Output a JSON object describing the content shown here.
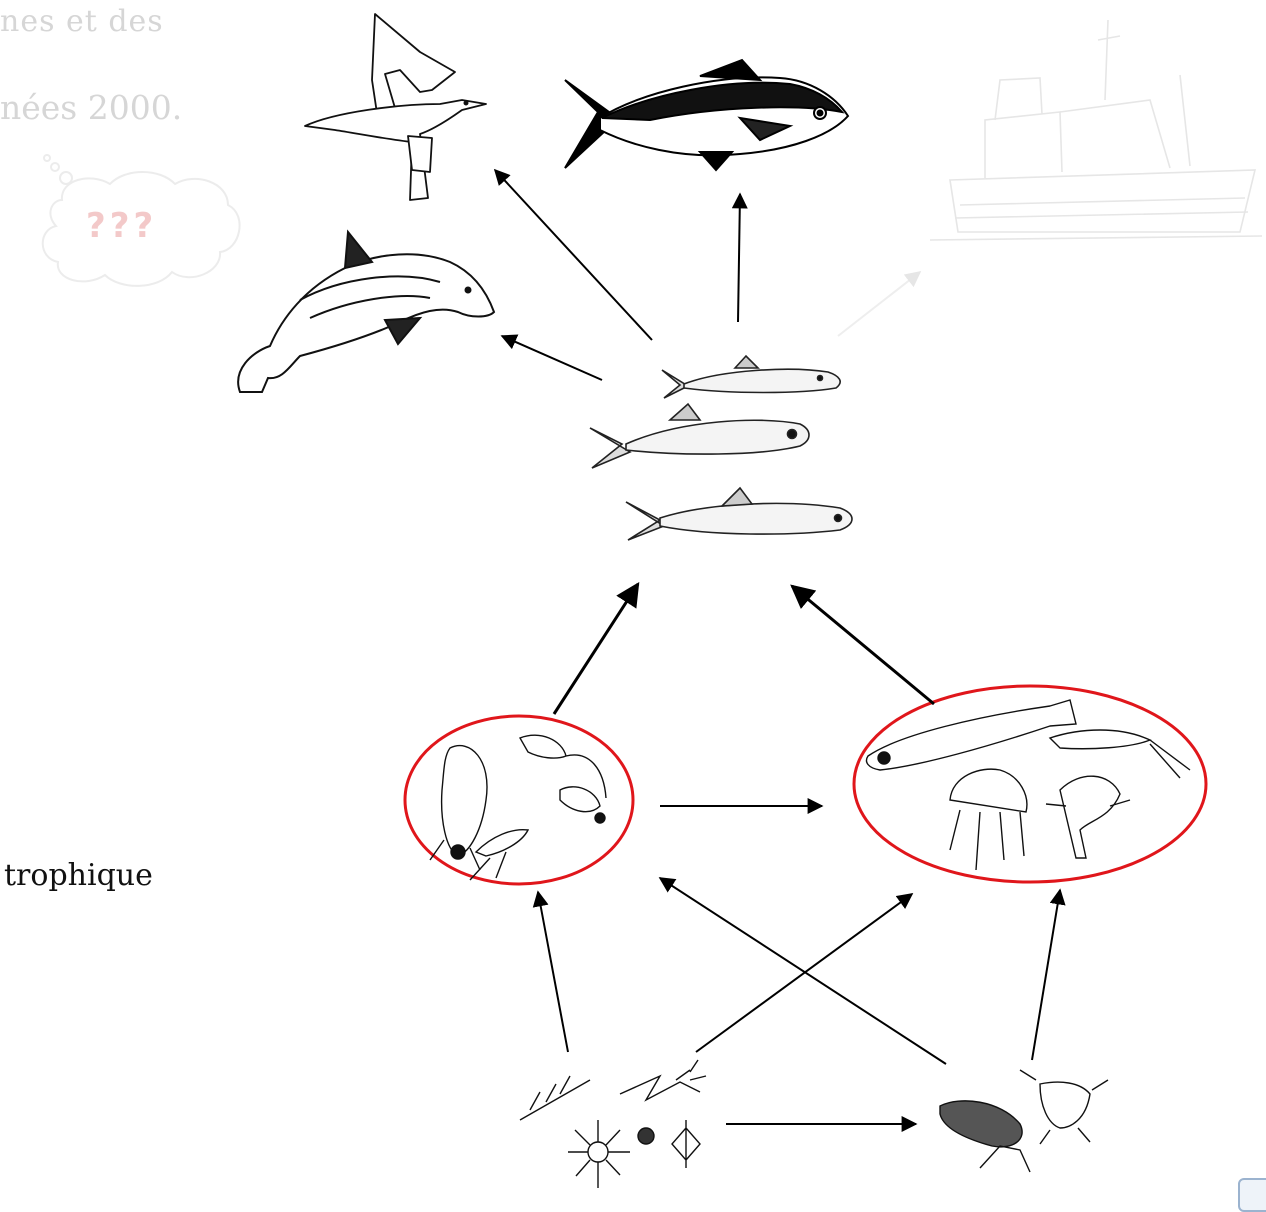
{
  "text_fragments": {
    "top_line": "nes et des",
    "second_line": "nées 2000.",
    "side_label": "trophique"
  },
  "thought_bubble": {
    "text": "???"
  },
  "colors": {
    "arrow": "#000000",
    "highlight_ellipse": "#e0161b",
    "faded_text": "#d6d6d6",
    "faded_bubble_text": "#f3c9c9"
  },
  "nodes": [
    {
      "id": "seabird",
      "name": "seabird (gannet)",
      "icon": "bird-icon"
    },
    {
      "id": "tuna",
      "name": "tuna",
      "icon": "tuna-icon"
    },
    {
      "id": "dolphin",
      "name": "dolphin",
      "icon": "dolphin-icon"
    },
    {
      "id": "fishing-boat",
      "name": "fishing boat (faded)",
      "icon": "boat-icon"
    },
    {
      "id": "small-pelagic-fish",
      "name": "small pelagic fish",
      "icon": "anchovy-sardine-icon"
    },
    {
      "id": "zooplankton-left",
      "name": "mesozooplankton group (circled)",
      "icon": "copepod-icon"
    },
    {
      "id": "zooplankton-right",
      "name": "macrozooplankton group (circled)",
      "icon": "larva-jellyfish-icon"
    },
    {
      "id": "phytoplankton",
      "name": "phytoplankton",
      "icon": "diatom-icon"
    },
    {
      "id": "microzooplankton",
      "name": "microzooplankton",
      "icon": "ciliate-icon"
    }
  ],
  "edges": [
    {
      "from": "small-pelagic-fish",
      "to": "seabird"
    },
    {
      "from": "small-pelagic-fish",
      "to": "tuna"
    },
    {
      "from": "small-pelagic-fish",
      "to": "dolphin"
    },
    {
      "from": "small-pelagic-fish",
      "to": "fishing-boat",
      "faded": true
    },
    {
      "from": "zooplankton-left",
      "to": "small-pelagic-fish"
    },
    {
      "from": "zooplankton-right",
      "to": "small-pelagic-fish"
    },
    {
      "from": "zooplankton-left",
      "to": "zooplankton-right"
    },
    {
      "from": "phytoplankton",
      "to": "zooplankton-left"
    },
    {
      "from": "phytoplankton",
      "to": "zooplankton-right"
    },
    {
      "from": "phytoplankton",
      "to": "microzooplankton"
    },
    {
      "from": "microzooplankton",
      "to": "zooplankton-left"
    },
    {
      "from": "microzooplankton",
      "to": "zooplankton-right"
    }
  ]
}
